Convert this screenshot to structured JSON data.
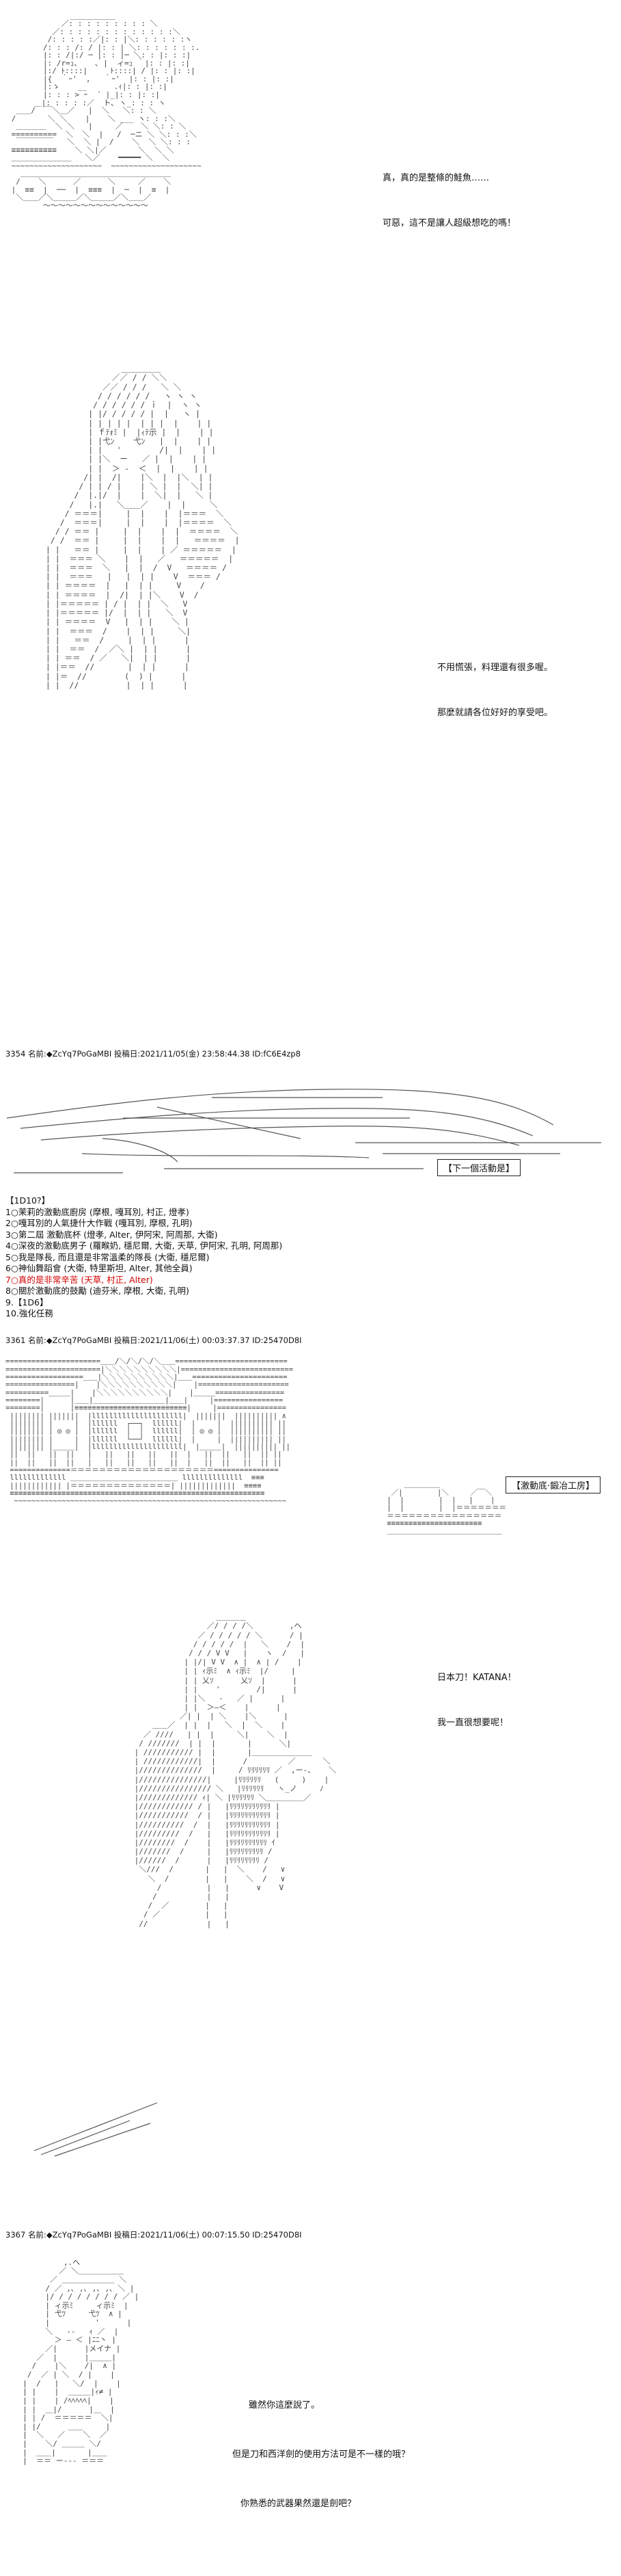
{
  "panels": [
    {
      "id": "p1",
      "dialog": [
        "真，真的是整條的鮭魚……",
        "可惡，這不是讓人超級想吃的嗎！"
      ]
    },
    {
      "id": "p2",
      "dialog": [
        "不用慌張，料理還有很多喔。",
        "那麼就請各位好好的享受吧。"
      ]
    }
  ],
  "posts": [
    {
      "number": "3354",
      "label": "名前:",
      "name": "◆ZcYq7PoGaMBI",
      "date_label": "投稿日:",
      "date": "2021/11/05(金) 23:58:44.38",
      "id": "ID:fC6E4zp8"
    },
    {
      "number": "3361",
      "label": "名前:",
      "name": "◆ZcYq7PoGaMBI",
      "date_label": "投稿日:",
      "date": "2021/11/06(土) 00:03:37.37",
      "id": "ID:25470D8I"
    },
    {
      "number": "3367",
      "label": "名前:",
      "name": "◆ZcYq7PoGaMBI",
      "date_label": "投稿日:",
      "date": "2021/11/06(土) 00:07:15.50",
      "id": "ID:25470D8I"
    }
  ],
  "next_activity_label": "【下一個活動是】",
  "vote": {
    "header": "【1D10?】",
    "items": [
      "1○茉莉的激動底廚房 (摩根, 嘎耳別, 村正, 燈孝)",
      "2○嘎耳別的人氣捷什大作戰 (嘎耳別, 摩根, 孔明)",
      "3○第二屆 激動底杯 (燈孝, Alter, 伊阿宋, 阿周那, 大衛)",
      "4○深夜的激動底男子 (羅睺奶, 穩尼爾, 大衛, 天草, 伊阿宋, 孔明, 阿周那)",
      "5○我是隊長, 而且還是非常溫柔的隊長 (大衛, 穩尼爾)",
      "6○神仙舞蹈會 (大衛, 特里斯坦, Alter, 其他全員)",
      "7○真的是非常辛苦 (天草, 村正, Alter)",
      "8○關於激動底的鼓勵 (迪芬米, 摩根, 大衛, 孔明)",
      "9.【1D6】",
      "10.強化任務"
    ],
    "highlight_index": 6
  },
  "place_label": "【激動底‧鍛冶工房】",
  "panels_late": [
    {
      "id": "p3",
      "dialog": [
        "日本刀！KATANA！",
        "我一直很想要呢！"
      ]
    },
    {
      "id": "p4",
      "dialog": [
        "雖然你這麼說了。",
        "但是刀和西洋劍的使用方法可是不一樣的哦？",
        "你熟悉的武器果然還是劍吧？"
      ]
    }
  ],
  "colors": {
    "text": "#111111",
    "ascii_art": "#444444",
    "highlight": "#d40000",
    "background": "#ffffff"
  }
}
